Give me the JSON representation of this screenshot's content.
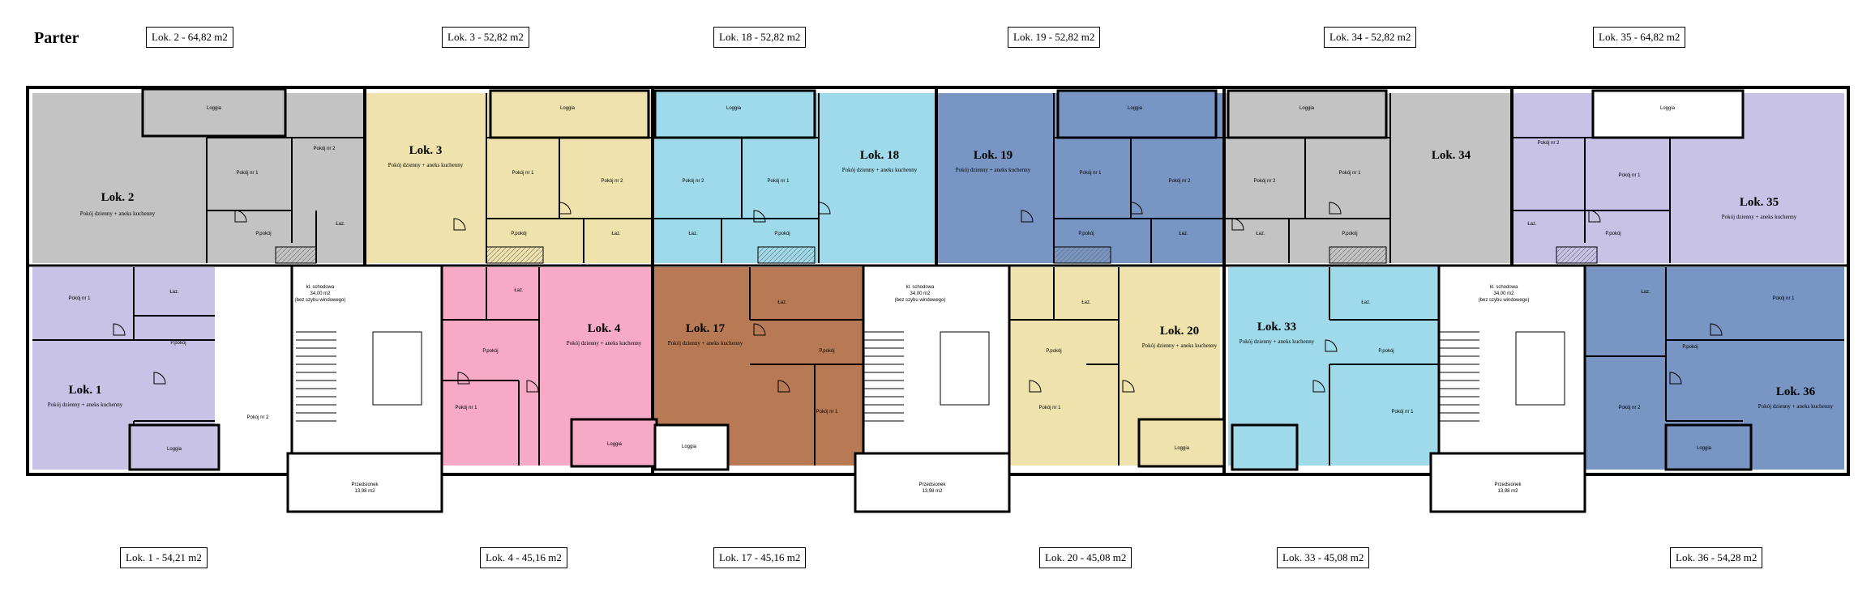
{
  "title": "Parter",
  "colors": {
    "grey": "#c3c3c3",
    "beige": "#efe2ad",
    "lightblue": "#9fdaeb",
    "steelblue": "#7895c3",
    "lavender": "#c8c2e6",
    "pink": "#f7a9c8",
    "brown": "#b87a55",
    "wall": "#000000",
    "stair": "#ffffff"
  },
  "top_labels": [
    "Lok. 2 - 64,82 m2",
    "Lok. 3 - 52,82 m2",
    "Lok. 18 - 52,82 m2",
    "Lok. 19 - 52,82 m2",
    "Lok. 34 - 52,82 m2",
    "Lok. 35 - 64,82 m2"
  ],
  "bottom_labels": [
    "Lok. 1 - 54,21 m2",
    "Lok. 4 - 45,16 m2",
    "Lok. 17 - 45,16 m2",
    "Lok. 20 - 45,08 m2",
    "Lok. 33 - 45,08 m2",
    "Lok. 36 - 54,28 m2"
  ],
  "units": {
    "lok2": {
      "name": "Lok. 2",
      "sub": "Pokój dzienny + aneks kuchenny"
    },
    "lok3": {
      "name": "Lok. 3",
      "sub": "Pokój dzienny + aneks kuchenny"
    },
    "lok18": {
      "name": "Lok. 18",
      "sub": "Pokój dzienny + aneks kuchenny"
    },
    "lok19": {
      "name": "Lok. 19",
      "sub": "Pokój dzienny + aneks kuchenny"
    },
    "lok34": {
      "name": "Lok. 34",
      "sub": ""
    },
    "lok35": {
      "name": "Lok. 35",
      "sub": "Pokój dzienny + aneks kuchenny"
    },
    "lok1": {
      "name": "Lok. 1",
      "sub": "Pokój dzienny + aneks kuchenny"
    },
    "lok4": {
      "name": "Lok. 4",
      "sub": "Pokój dzienny + aneks kuchenny"
    },
    "lok17": {
      "name": "Lok. 17",
      "sub": "Pokój dzienny + aneks kuchenny"
    },
    "lok20": {
      "name": "Lok. 20",
      "sub": "Pokój dzienny + aneks kuchenny"
    },
    "lok33": {
      "name": "Lok. 33",
      "sub": "Pokój dzienny + aneks kuchenny"
    },
    "lok36": {
      "name": "Lok. 36",
      "sub": "Pokój dzienny + aneks kuchenny"
    }
  },
  "rooms": {
    "loggia": "Loggia",
    "pokoj1": "Pokój nr 1",
    "pokoj2": "Pokój nr 2",
    "ppokoj": "P.pokój",
    "laz": "Łaz.",
    "przedsionek": "Przedsionek",
    "przedsionek_area": "13,98 m2",
    "stair_title": "kl. schodowa",
    "stair_area": "34,00 m2",
    "stair_note": "(bez szybu windowego)"
  }
}
